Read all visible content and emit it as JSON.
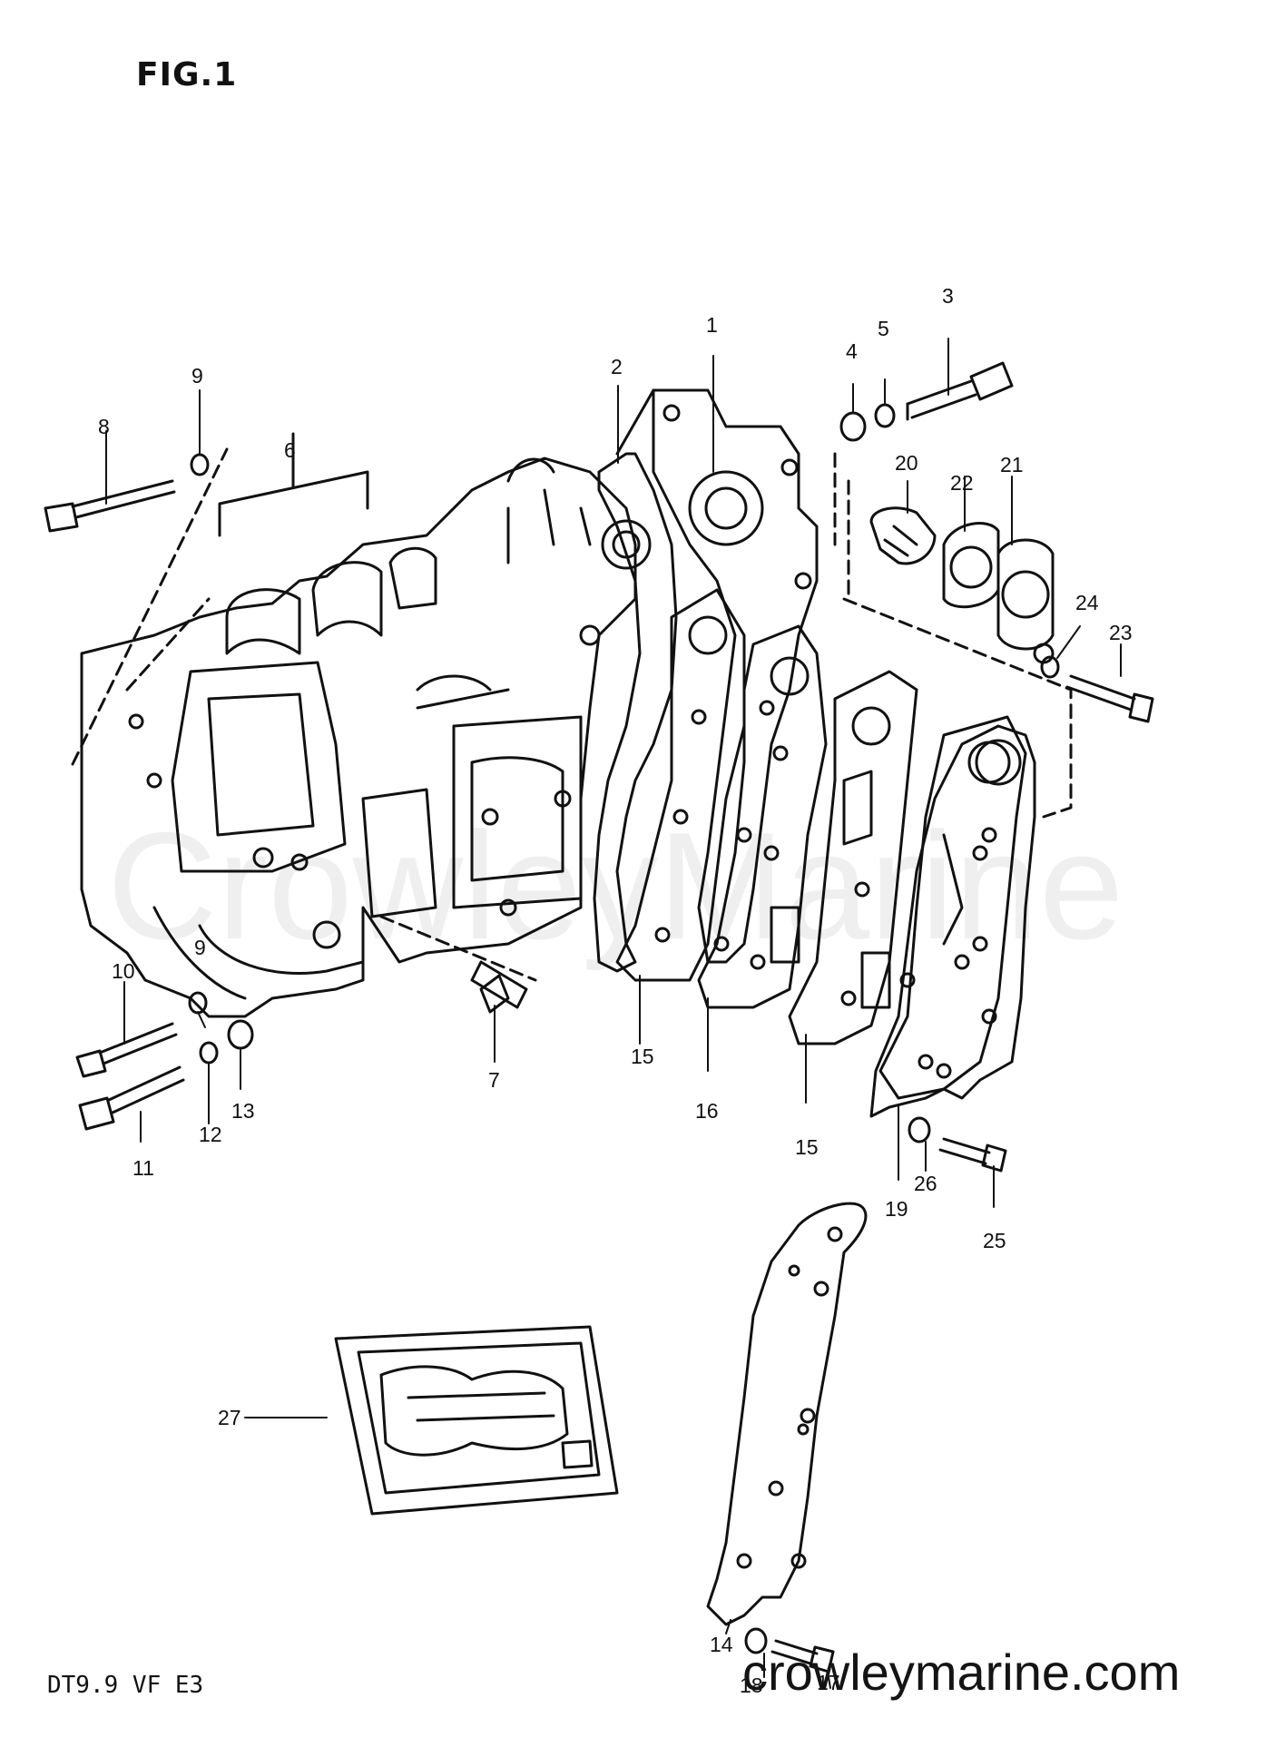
{
  "figure": {
    "title": "FIG.1",
    "model_code": "DT9.9 VF E3"
  },
  "watermarks": {
    "center": "CrowleyMarine",
    "bottom": "crowleymarine.com"
  },
  "callouts": [
    {
      "id": "c1",
      "label": "1"
    },
    {
      "id": "c2",
      "label": "2"
    },
    {
      "id": "c3",
      "label": "3"
    },
    {
      "id": "c4",
      "label": "4"
    },
    {
      "id": "c5",
      "label": "5"
    },
    {
      "id": "c6",
      "label": "6"
    },
    {
      "id": "c7",
      "label": "7"
    },
    {
      "id": "c8",
      "label": "8"
    },
    {
      "id": "c9a",
      "label": "9"
    },
    {
      "id": "c9b",
      "label": "9"
    },
    {
      "id": "c10",
      "label": "10"
    },
    {
      "id": "c11",
      "label": "11"
    },
    {
      "id": "c12",
      "label": "12"
    },
    {
      "id": "c13",
      "label": "13"
    },
    {
      "id": "c14",
      "label": "14"
    },
    {
      "id": "c15a",
      "label": "15"
    },
    {
      "id": "c15b",
      "label": "15"
    },
    {
      "id": "c16",
      "label": "16"
    },
    {
      "id": "c17",
      "label": "17"
    },
    {
      "id": "c18",
      "label": "18"
    },
    {
      "id": "c19",
      "label": "19"
    },
    {
      "id": "c20",
      "label": "20"
    },
    {
      "id": "c21",
      "label": "21"
    },
    {
      "id": "c22",
      "label": "22"
    },
    {
      "id": "c23",
      "label": "23"
    },
    {
      "id": "c24",
      "label": "24"
    },
    {
      "id": "c25",
      "label": "25"
    },
    {
      "id": "c26",
      "label": "26"
    },
    {
      "id": "c27",
      "label": "27"
    }
  ],
  "colors": {
    "ink": "#111111",
    "background": "#ffffff"
  }
}
